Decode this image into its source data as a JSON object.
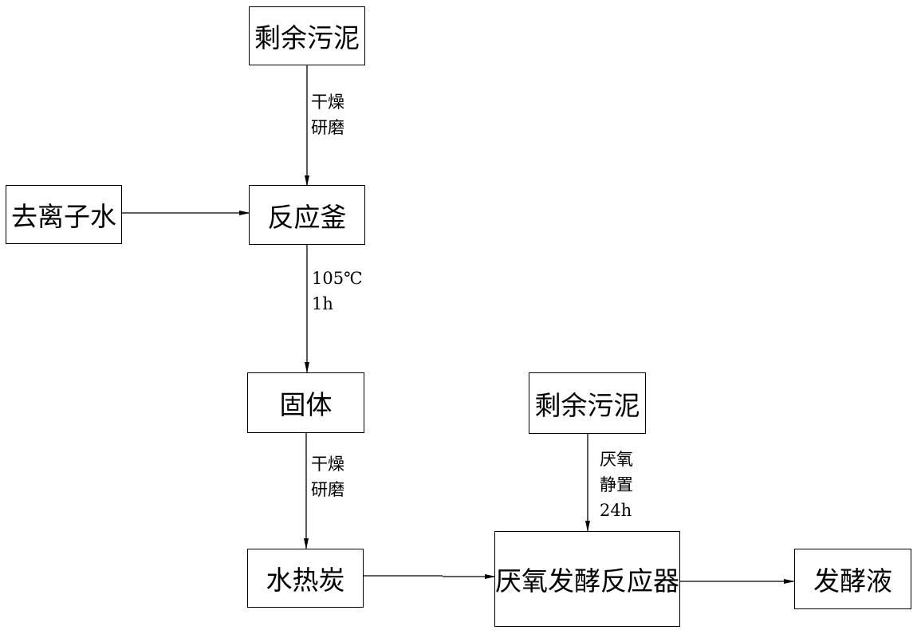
{
  "nodes": {
    "sludge_top": "剩余污泥",
    "deionized_water": "去离子水",
    "reactor": "反应釜",
    "solid": "固体",
    "hydrochar": "水热炭",
    "sludge_right": "剩余污泥",
    "anaerobic_reactor": "厌氧发酵反应器",
    "fermentation_liquid": "发酵液"
  },
  "edge_labels": {
    "sludge_to_reactor": [
      "干燥",
      "研磨"
    ],
    "reactor_to_solid": [
      "105℃",
      "1h"
    ],
    "solid_to_hydrochar": [
      "干燥",
      "研磨"
    ],
    "sludge_to_anaerobic": [
      "厌氧",
      "静置",
      "24h"
    ]
  }
}
